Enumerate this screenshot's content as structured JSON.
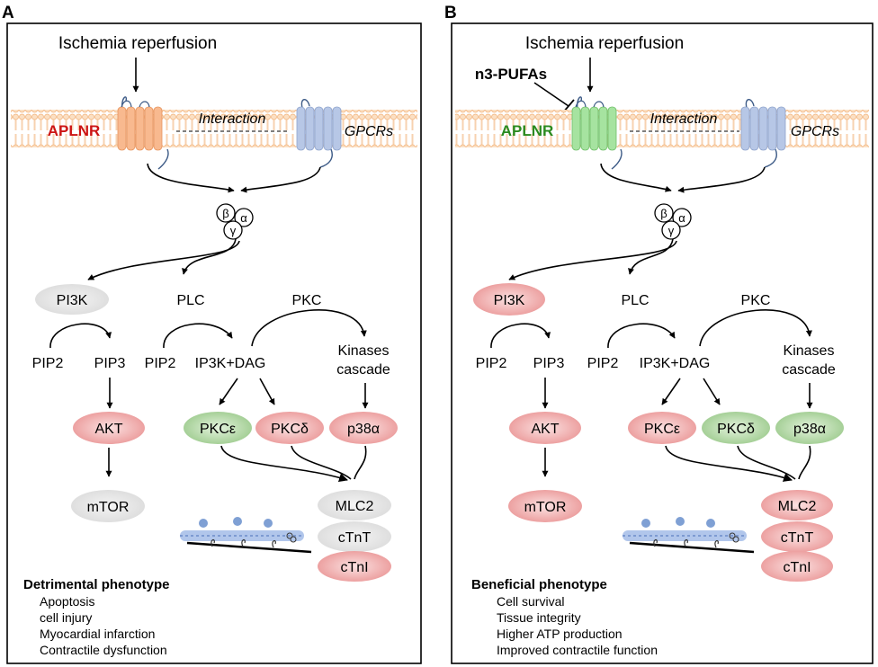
{
  "panels": [
    {
      "letter": "A",
      "stimulus": "Ischemia reperfusion",
      "inhibitor": "",
      "receptor": "APLNR",
      "receptor_color": "#cc1414",
      "receptor_fill": "#f8b98f",
      "interaction": "Interaction",
      "gpcr": "GPCRs",
      "g_subunits": [
        "β",
        "α",
        "γ"
      ],
      "nodes": {
        "pi3k": "PI3K",
        "plc": "PLC",
        "pkc": "PKC",
        "pip2_left": "PIP2",
        "pip3": "PIP3",
        "pip2_mid": "PIP2",
        "ip3k_dag": "IP3K+DAG",
        "kinases_1": "Kinases",
        "kinases_2": "cascade",
        "akt": "AKT",
        "mtor": "mTOR",
        "pkce": "PKCε",
        "pkcd": "PKCδ",
        "p38a": "p38α",
        "mlc2": "MLC2",
        "ctnt": "cTnT",
        "ctni": "cTnI"
      },
      "node_states": {
        "pi3k": "neutral",
        "akt": "up",
        "mtor": "neutral",
        "pkce": "down",
        "pkcd": "up",
        "p38a": "up",
        "mlc2": "neutral",
        "ctnt": "neutral",
        "ctni": "up"
      },
      "phenotype_title": "Detrimental phenotype",
      "phenotype_items": [
        "Apoptosis",
        "cell injury",
        "Myocardial infarction",
        "Contractile dysfunction"
      ]
    },
    {
      "letter": "B",
      "stimulus": "Ischemia reperfusion",
      "inhibitor": "n3-PUFAs",
      "receptor": "APLNR",
      "receptor_color": "#2a8a1f",
      "receptor_fill": "#a6e3a0",
      "interaction": "Interaction",
      "gpcr": "GPCRs",
      "g_subunits": [
        "β",
        "α",
        "γ"
      ],
      "nodes": {
        "pi3k": "PI3K",
        "plc": "PLC",
        "pkc": "PKC",
        "pip2_left": "PIP2",
        "pip3": "PIP3",
        "pip2_mid": "PIP2",
        "ip3k_dag": "IP3K+DAG",
        "kinases_1": "Kinases",
        "kinases_2": "cascade",
        "akt": "AKT",
        "mtor": "mTOR",
        "pkce": "PKCε",
        "pkcd": "PKCδ",
        "p38a": "p38α",
        "mlc2": "MLC2",
        "ctnt": "cTnT",
        "ctni": "cTnI"
      },
      "node_states": {
        "pi3k": "up",
        "akt": "up",
        "mtor": "up",
        "pkce": "up",
        "pkcd": "down",
        "p38a": "down",
        "mlc2": "up",
        "ctnt": "up",
        "ctni": "up"
      },
      "phenotype_title": "Beneficial phenotype",
      "phenotype_items": [
        "Cell survival",
        "Tissue integrity",
        "Higher ATP production",
        "Improved contractile function"
      ]
    }
  ],
  "colors": {
    "up": "#f2a5a5",
    "down": "#a9d39c",
    "neutral": "#e2e2e2",
    "membrane": "#f6c89a",
    "gpcr_fill": "#b7c7e6",
    "actin": "#9db8e6"
  }
}
